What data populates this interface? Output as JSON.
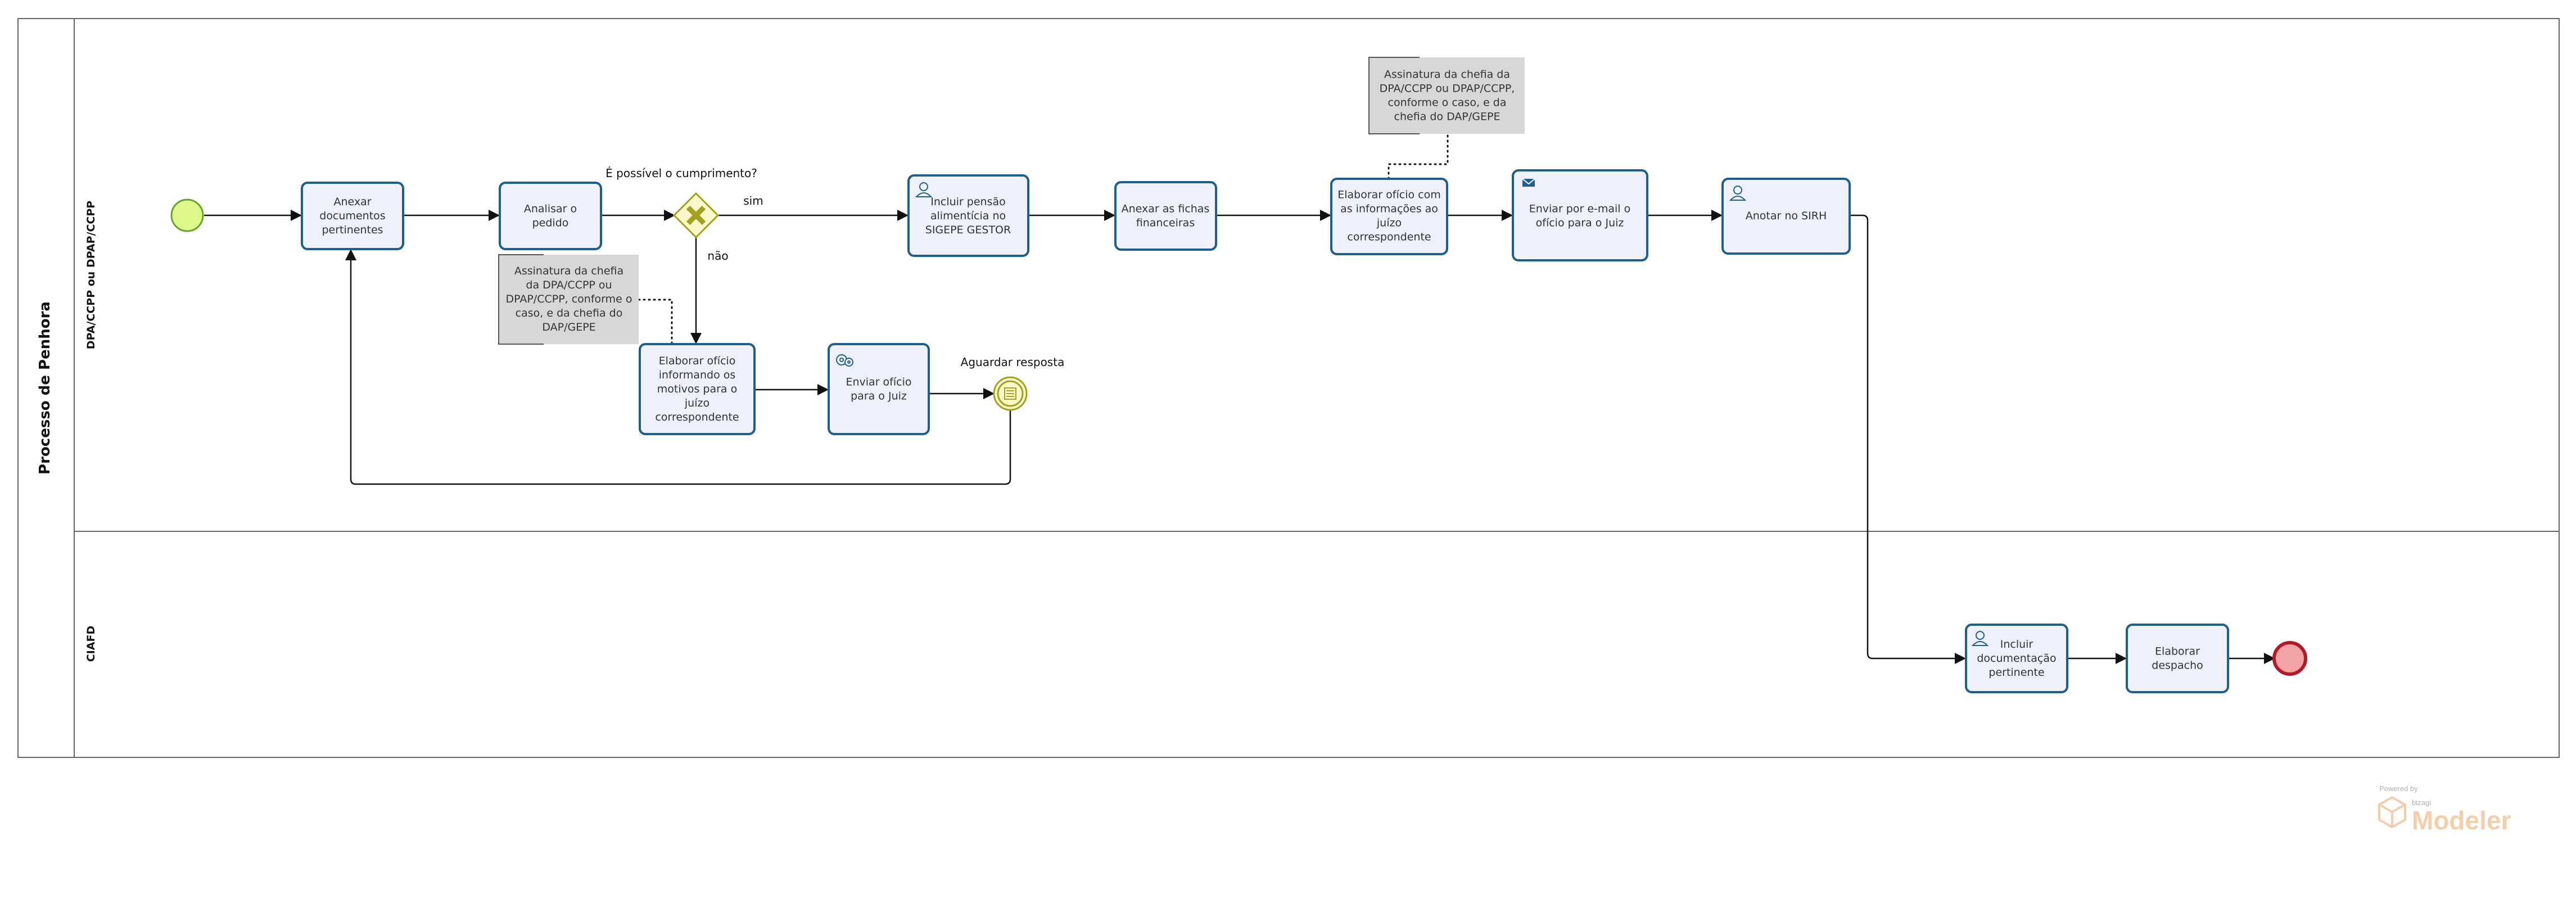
{
  "pool": {
    "title": "Processo  de Penhora"
  },
  "lanes": [
    {
      "id": "lane-dpa",
      "title": "DPA/CCPP ou DPAP/CCPP"
    },
    {
      "id": "lane-ciafd",
      "title": "CIAFD"
    }
  ],
  "tasks": {
    "anexar_docs": [
      "Anexar",
      "documentos",
      "pertinentes"
    ],
    "analisar": [
      "Analisar o",
      "pedido"
    ],
    "incluir_pensao": [
      "Incluir pensão",
      "alimentícia no",
      "SIGEPE GESTOR"
    ],
    "anexar_fichas": [
      "Anexar as fichas",
      "financeiras"
    ],
    "elaborar_oficio_info": [
      "Elaborar ofício com",
      "as informações ao",
      "juízo",
      "correspondente"
    ],
    "enviar_email": [
      "Enviar  por e-mail o",
      "ofício para o Juiz"
    ],
    "anotar_sirh": [
      "Anotar no SIRH"
    ],
    "elaborar_oficio_motivos": [
      "Elaborar ofício",
      "informando os",
      "motivos para o",
      "juízo",
      "correspondente"
    ],
    "enviar_oficio": [
      "Enviar ofício",
      "para o Juiz"
    ],
    "incluir_doc": [
      "Incluir",
      "documentação",
      "pertinente"
    ],
    "elaborar_despacho": [
      "Elaborar",
      "despacho"
    ]
  },
  "gateway": {
    "question": "É possível o cumprimento?",
    "yes": "sim",
    "no": "não"
  },
  "event": {
    "wait_label": "Aguardar resposta"
  },
  "notes": {
    "top": [
      "Assinatura da chefia da",
      "DPA/CCPP ou DPAP/CCPP,",
      "conforme o caso, e da",
      "chefia do DAP/GEPE"
    ],
    "left": [
      "Assinatura da chefia",
      "da DPA/CCPP ou",
      "DPAP/CCPP, conforme o",
      "caso, e da chefia do",
      "DAP/GEPE"
    ]
  },
  "icons": {
    "user_task": "user-icon",
    "send_task": "envelope-icon",
    "service_task": "gears-icon",
    "gateway": "exclusive-gateway-x-icon",
    "wait_event": "conditional-event-icon"
  },
  "colors": {
    "task_fill": "#eef0fb",
    "task_stroke": "#1f5f8e",
    "start_fill": "#ddf78a",
    "start_stroke": "#67a42b",
    "end_fill": "#f2a3a3",
    "end_stroke": "#b21a2a",
    "gateway_fill": "#fbf8c9",
    "gateway_stroke": "#a3a11f",
    "note_fill": "#d7d7d7"
  },
  "watermark": {
    "powered": "Powered by",
    "brand": "bizagi",
    "product": "Modeler"
  }
}
